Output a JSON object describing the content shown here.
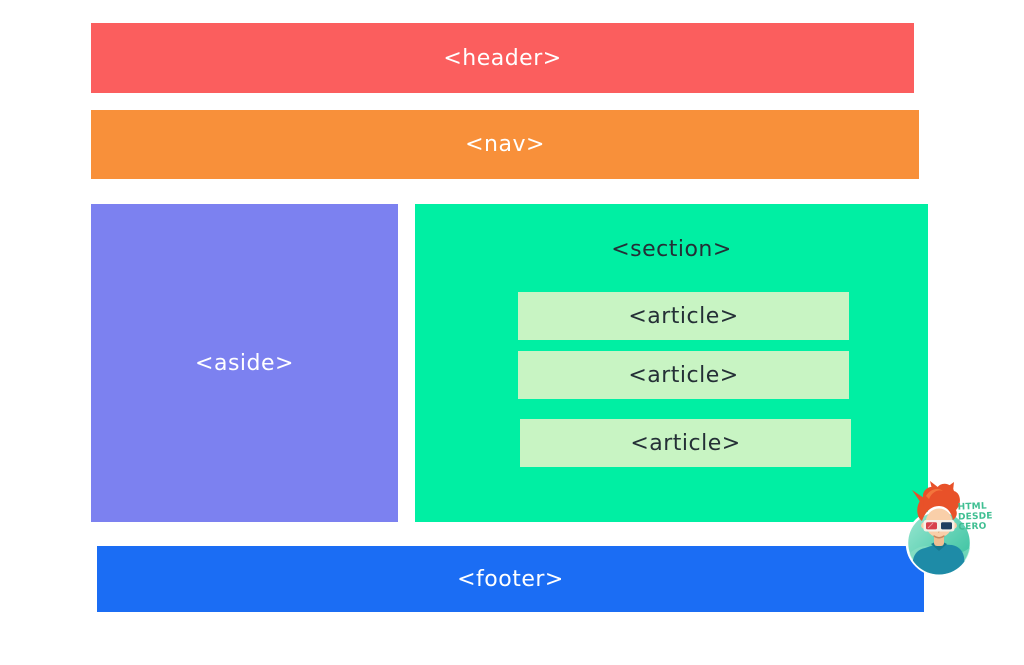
{
  "page": {
    "background": "#FFFFFF"
  },
  "diagram": {
    "header": {
      "label": "<header>",
      "bg": "#FB5E5E",
      "fg": "#FFFFFF"
    },
    "nav": {
      "label": "<nav>",
      "bg": "#F8903A",
      "fg": "#FFFFFF"
    },
    "aside": {
      "label": "<aside>",
      "bg": "#7C81F0",
      "fg": "#FFFFFF"
    },
    "section": {
      "label": "<section>",
      "bg": "#00EFA3",
      "fg": "#242F36"
    },
    "articles": [
      {
        "label": "<article>"
      },
      {
        "label": "<article>"
      },
      {
        "label": "<article>"
      }
    ],
    "article_style": {
      "bg": "#C8F4C3",
      "fg": "#242F36"
    },
    "footer": {
      "label": "<footer>",
      "bg": "#1B6DF4",
      "fg": "#FFFFFF"
    }
  },
  "logo": {
    "lines": [
      "HTML",
      "DESDE",
      "CERO"
    ],
    "text_color": "#3FBF92",
    "badge_top": "#9BE8D2",
    "badge_bottom": "#2EBD9A",
    "hills": "#8FE2C6",
    "hair": "#E85129",
    "hair_highlight": "#F47B3F",
    "skin": "#F9CFA9",
    "neck": "#F0BE92",
    "shirt": "#1E8BA7",
    "collar": "#17798F",
    "frame": "#F5F1E8",
    "lens_left": "#D8414B",
    "lens_right": "#1E3F60",
    "smile": "#C9895F"
  }
}
